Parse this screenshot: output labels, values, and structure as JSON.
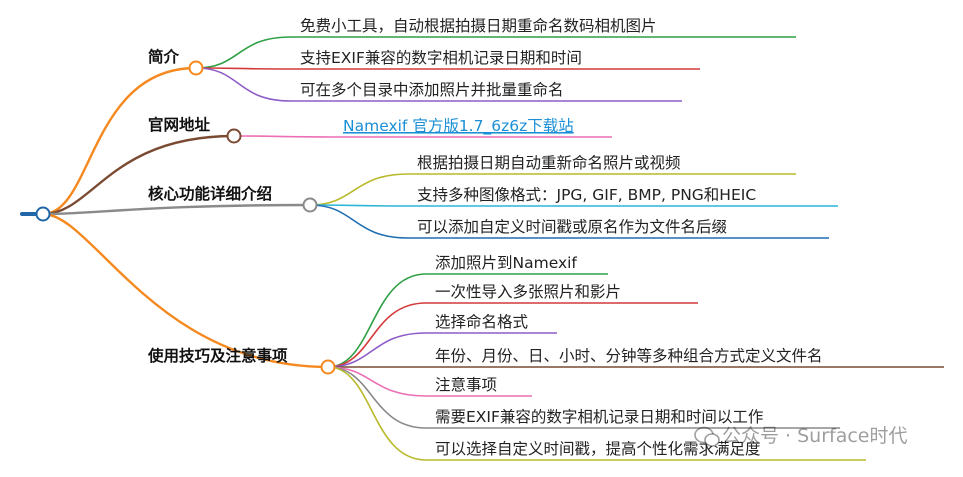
{
  "branches": [
    {
      "label": "简介",
      "color": "#f5891f",
      "children": [
        {
          "text": "免费小工具，自动根据拍摄日期重命名数码相机图片",
          "color": "#2ea043"
        },
        {
          "text": "支持EXIF兼容的数字相机记录日期和时间",
          "color": "#d43a3a"
        },
        {
          "text": "可在多个目录中添加照片并批量重命名",
          "color": "#8e5cc8"
        }
      ]
    },
    {
      "label": "官网地址",
      "color": "#7a4a32",
      "children": [
        {
          "text": "Namexif 官方版1.7_6z6z下载站",
          "color": "#ec6fb3",
          "link": true
        }
      ]
    },
    {
      "label": "核心功能详细介绍",
      "color": "#8a8a8a",
      "children": [
        {
          "text": "根据拍摄日期自动重新命名照片或视频",
          "color": "#b9b92a"
        },
        {
          "text": "支持多种图像格式：JPG, GIF, BMP, PNG和HEIC",
          "color": "#2bb5d6"
        },
        {
          "text": "可以添加自定义时间戳或原名作为文件名后缀",
          "color": "#1f6fb2"
        }
      ]
    },
    {
      "label": "使用技巧及注意事项",
      "color": "#f5891f",
      "children": [
        {
          "text": "添加照片到Namexif",
          "color": "#2ea043"
        },
        {
          "text": "一次性导入多张照片和影片",
          "color": "#d43a3a"
        },
        {
          "text": "选择命名格式",
          "color": "#8e5cc8"
        },
        {
          "text": "年份、月份、日、小时、分钟等多种组合方式定义文件名",
          "color": "#7a4a32"
        },
        {
          "text": "注意事项",
          "color": "#ec6fb3"
        },
        {
          "text": "需要EXIF兼容的数字相机记录日期和时间以工作",
          "color": "#8a8a8a"
        },
        {
          "text": "可以选择自定义时间戳，提高个性化需求满足度",
          "color": "#b9b92a"
        }
      ]
    }
  ],
  "watermark": "公众号 · Surface时代",
  "colors": {
    "root_stub": "#2166a8",
    "root_node_stroke": "#2166a8"
  }
}
